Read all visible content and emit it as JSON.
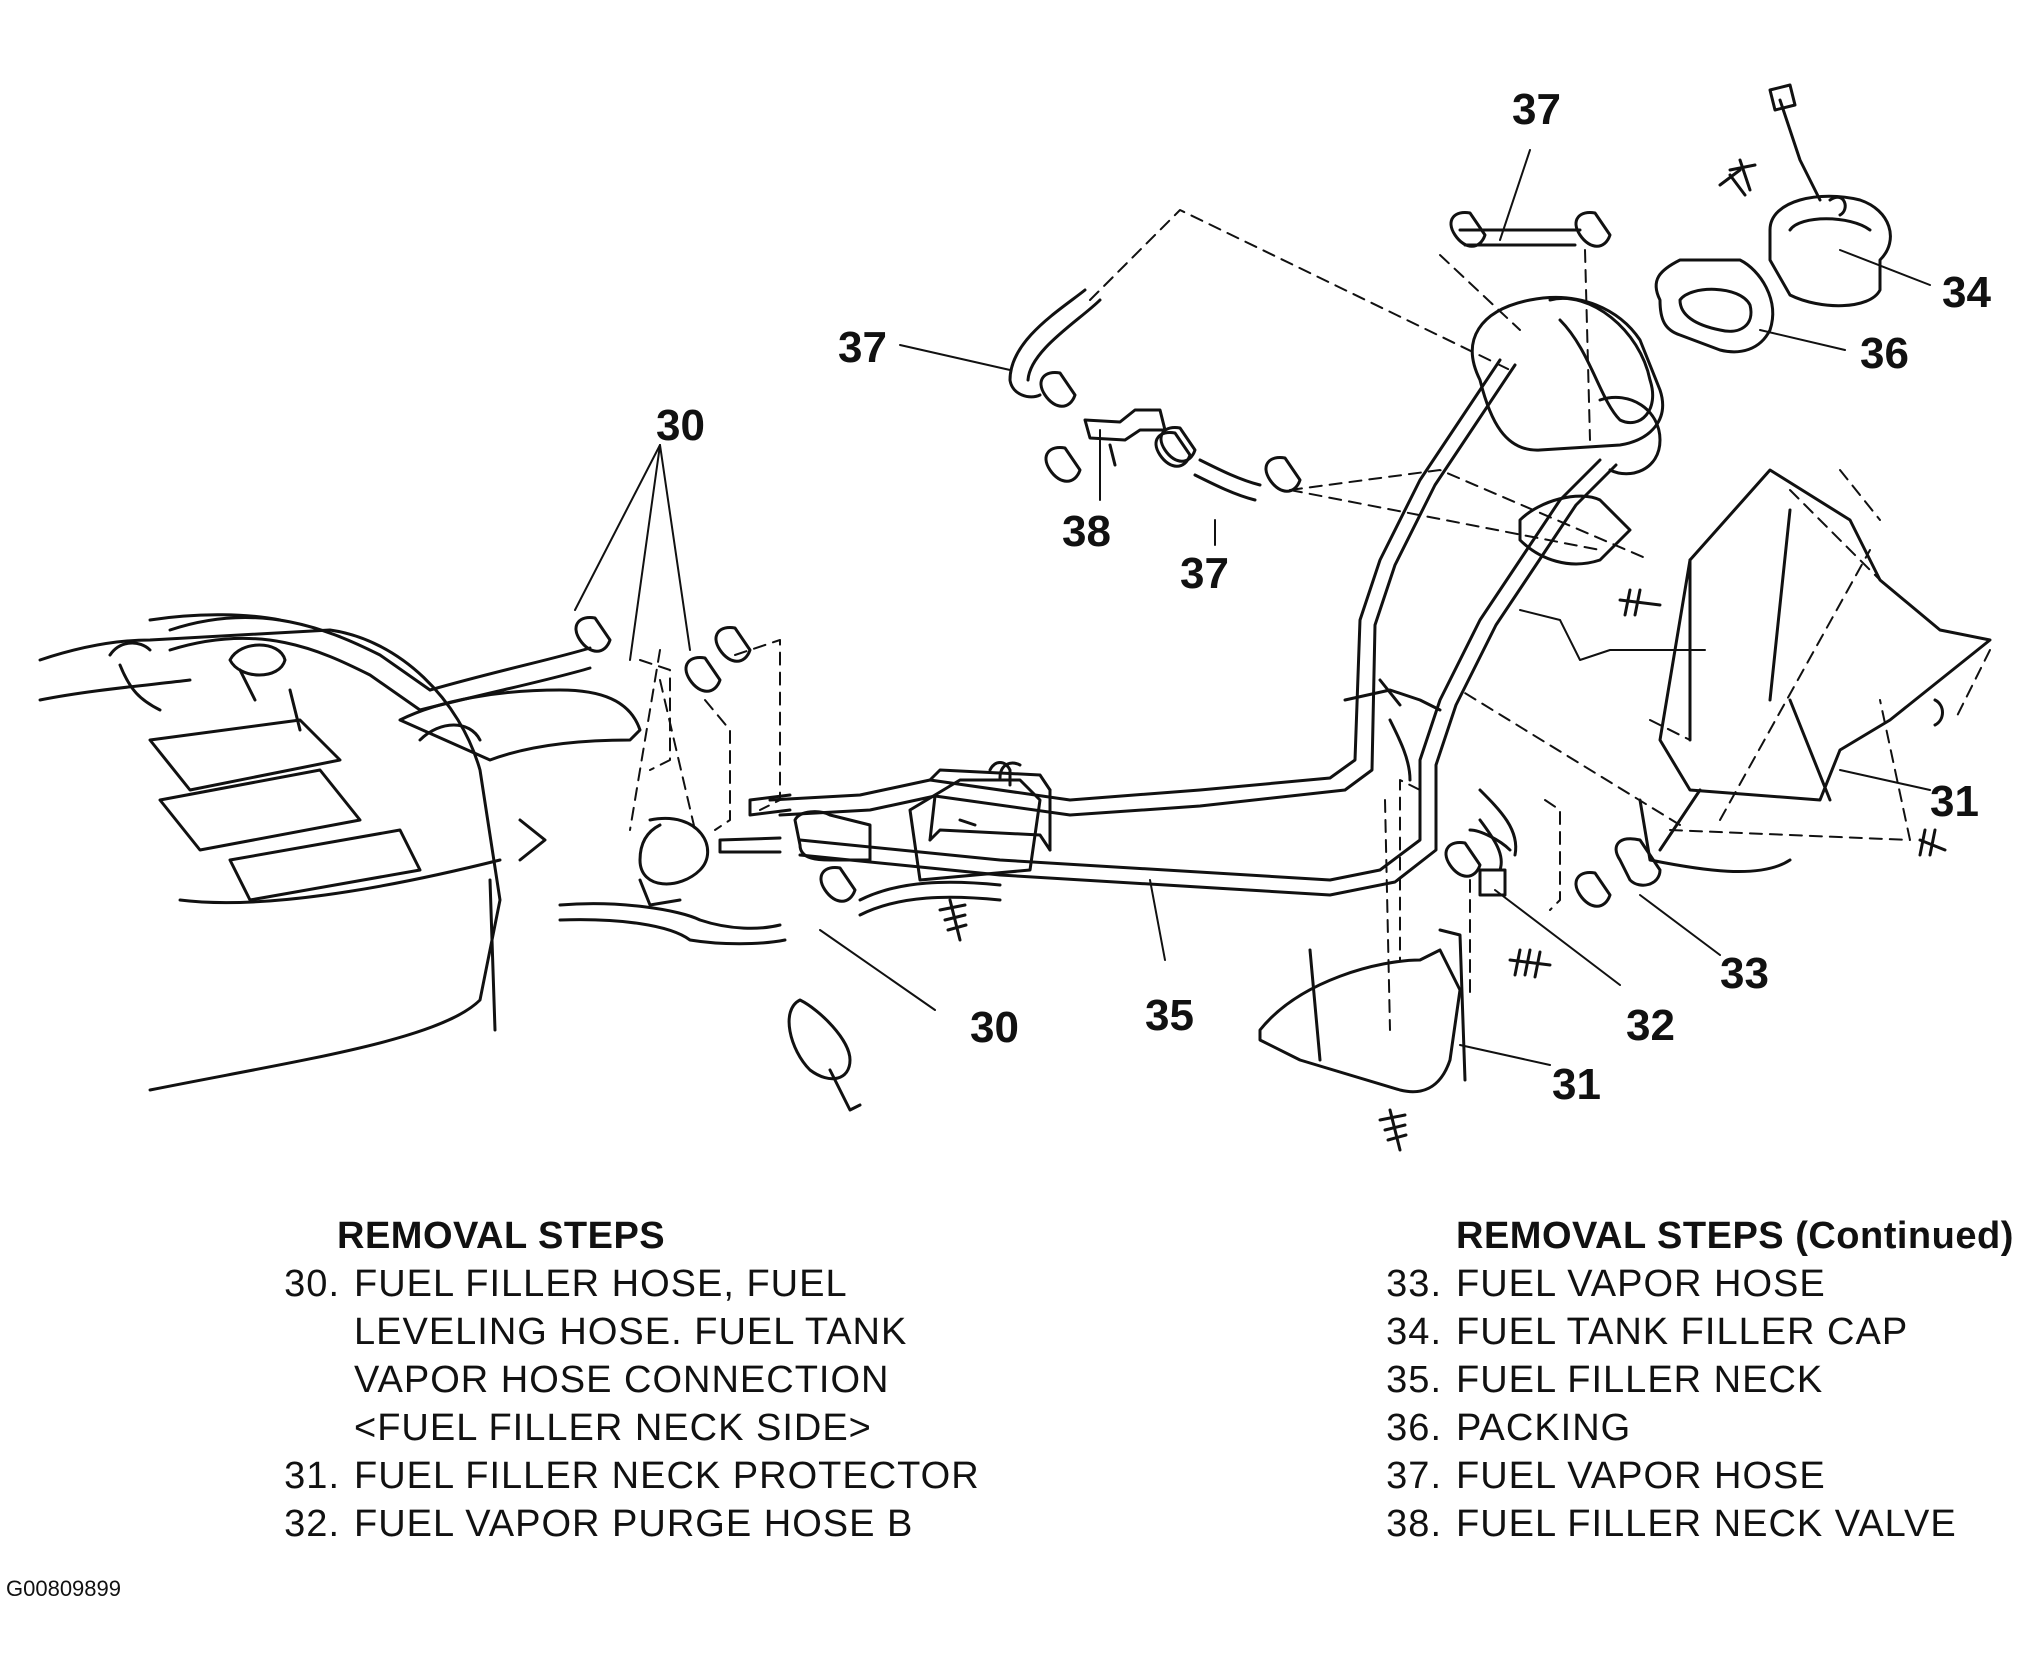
{
  "callouts": {
    "c30_top": "30",
    "c30_bottom": "30",
    "c31_right": "31",
    "c31_bottom": "31",
    "c32": "32",
    "c33": "33",
    "c34": "34",
    "c35": "35",
    "c36": "36",
    "c37_top": "37",
    "c37_left": "37",
    "c37_mid": "37",
    "c38": "38"
  },
  "steps_left": {
    "heading": "REMOVAL STEPS",
    "items": [
      {
        "num": "30.",
        "text": "FUEL FILLER HOSE, FUEL"
      },
      {
        "num": "",
        "text": "LEVELING HOSE. FUEL TANK"
      },
      {
        "num": "",
        "text": "VAPOR HOSE CONNECTION"
      },
      {
        "num": "",
        "text": "<FUEL FILLER NECK SIDE>"
      },
      {
        "num": "31.",
        "text": "FUEL FILLER NECK PROTECTOR"
      },
      {
        "num": "32.",
        "text": "FUEL VAPOR PURGE HOSE B"
      }
    ]
  },
  "steps_right": {
    "heading": "REMOVAL STEPS (Continued)",
    "items": [
      {
        "num": "33.",
        "text": "FUEL VAPOR HOSE"
      },
      {
        "num": "34.",
        "text": "FUEL TANK FILLER CAP"
      },
      {
        "num": "35.",
        "text": "FUEL FILLER NECK"
      },
      {
        "num": "36.",
        "text": "PACKING"
      },
      {
        "num": "37.",
        "text": "FUEL VAPOR HOSE"
      },
      {
        "num": "38.",
        "text": "FUEL FILLER NECK VALVE"
      }
    ]
  },
  "figure_id": "G00809899"
}
